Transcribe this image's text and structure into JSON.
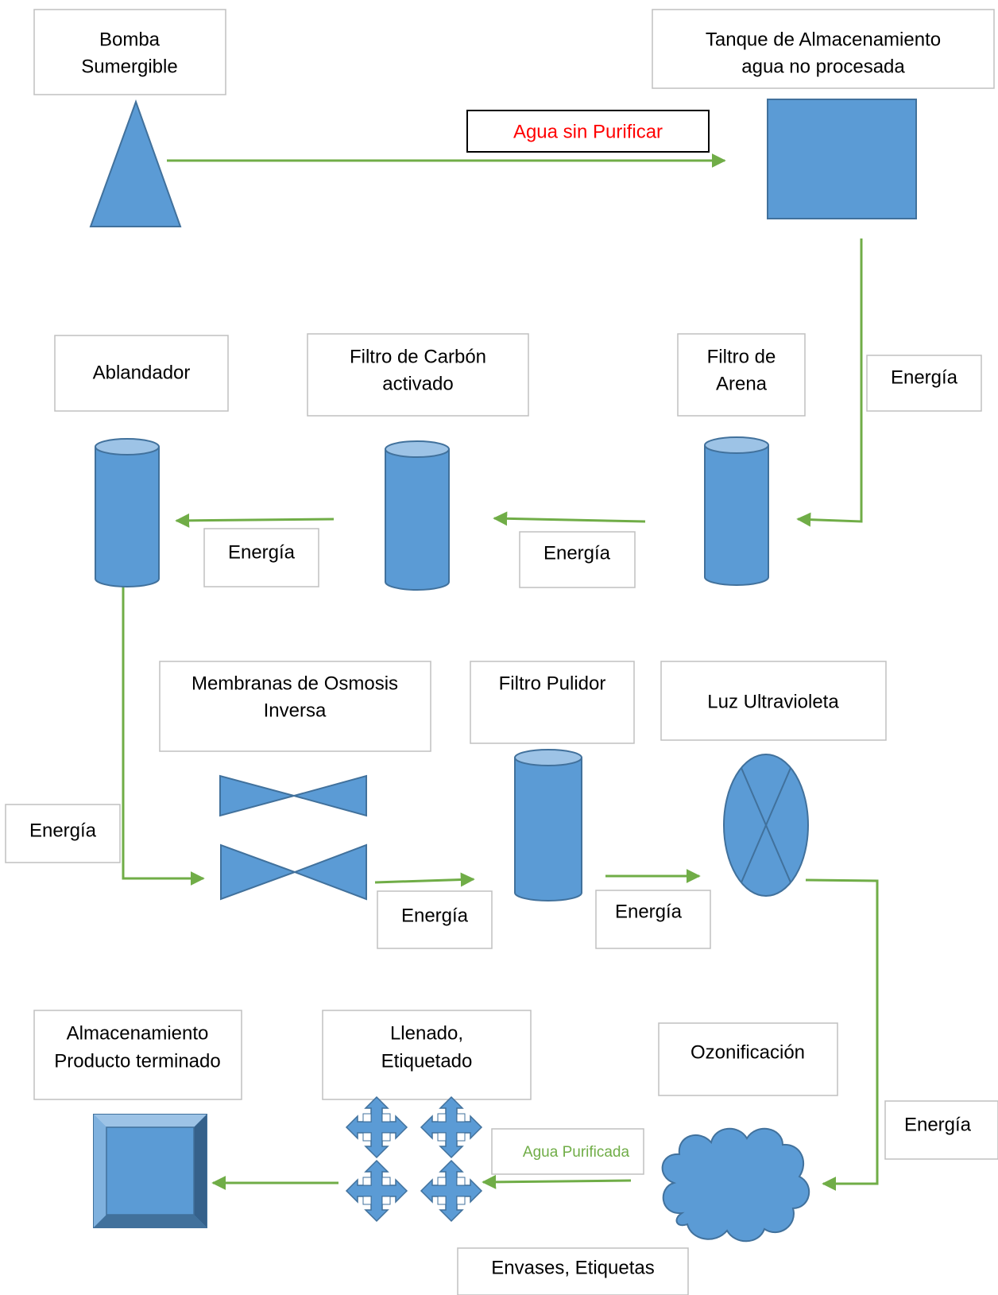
{
  "colors": {
    "shape_fill": "#5b9bd5",
    "shape_stroke": "#41719c",
    "flow_line": "#70ad47",
    "red_text": "#ff0000"
  },
  "equipment": {
    "bomba": [
      "Bomba",
      "Sumergible"
    ],
    "tanque": [
      "Tanque de Almacenamiento",
      "agua no procesada"
    ],
    "filtro_arena": [
      "Filtro de",
      "Arena"
    ],
    "filtro_carbon": [
      "Filtro de Carbón",
      "activado"
    ],
    "ablandador": "Ablandador",
    "osmosis": [
      "Membranas de Osmosis",
      "Inversa"
    ],
    "filtro_pulidor": "Filtro Pulidor",
    "luz_uv": "Luz Ultravioleta",
    "ozonificacion": "Ozonificación",
    "llenado": [
      "Llenado,",
      "Etiquetado"
    ],
    "almacenamiento": [
      "Almacenamiento",
      "Producto terminado"
    ]
  },
  "flows": {
    "agua_sin_purificar": "Agua sin Purificar",
    "agua_purificada": "Agua Purificada",
    "envases": "Envases, Etiquetas",
    "energia": "Energía"
  },
  "icons": [
    "triangle-pump-icon",
    "tank-icon",
    "cylinder-filter-icon",
    "bowtie-membrane-icon",
    "x-ellipse-uv-icon",
    "cloud-ozone-icon",
    "four-way-arrow-icon",
    "beveled-square-storage-icon"
  ]
}
